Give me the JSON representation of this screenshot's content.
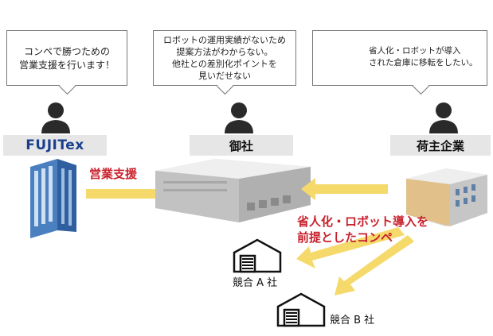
{
  "bubbles": {
    "left": "コンペで勝つための\n営業支援を行います！",
    "center": "ロボットの運用実績がないため\n提案方法がわからない。\n他社との差別化ポイントを\n見いだせない",
    "right": "省人化・ロボットが導入\nされた倉庫に移転をしたい。"
  },
  "labels": {
    "fujitex": "FUJITex",
    "gosha": "御社",
    "ninushi": "荷主企業"
  },
  "arrow_labels": {
    "sales_support": "営業支援",
    "compe_line1": "省人化・ロボット導入を",
    "compe_line2": "前提としたコンペ"
  },
  "competitors": {
    "a": "競合 A 社",
    "b": "競合 B 社"
  },
  "colors": {
    "arrow_yellow": "#f5d96b",
    "accent_red": "#c8212c",
    "logo_blue": "#1b3f8f",
    "label_gray": "#e6e6e6"
  }
}
